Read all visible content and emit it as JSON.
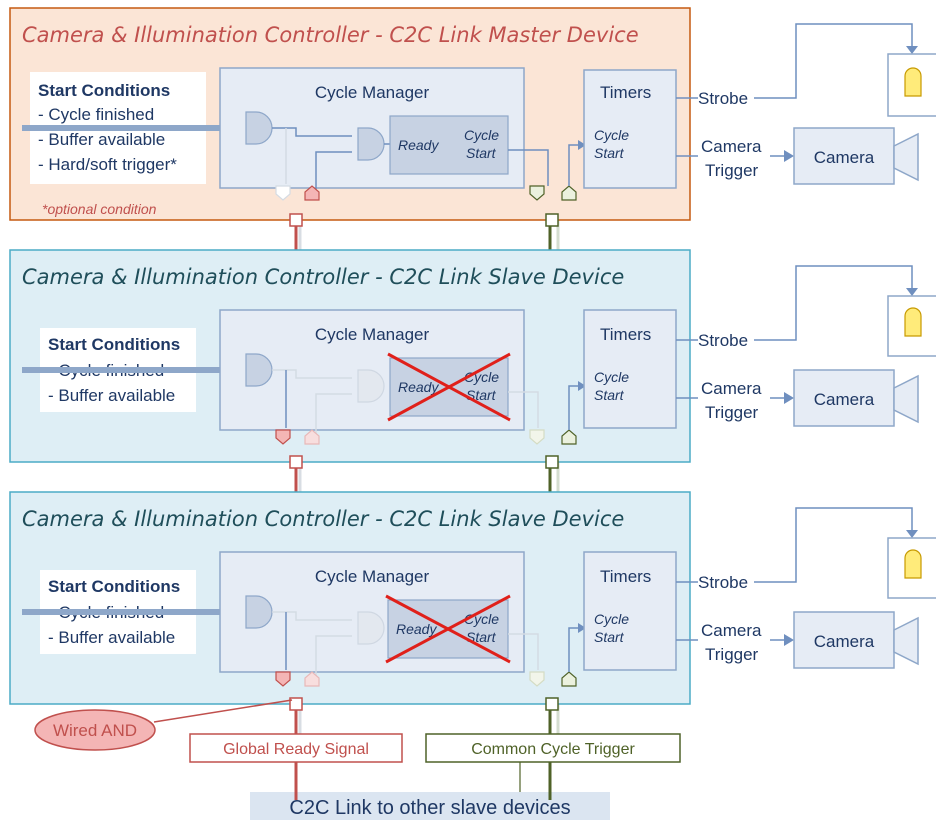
{
  "master": {
    "title": "Camera & Illumination Controller - C2C Link Master Device",
    "start_heading": "Start Conditions",
    "conditions": [
      "- Cycle finished",
      "- Buffer available",
      "- Hard/soft trigger*"
    ],
    "optional_note": "*optional condition"
  },
  "slaves": [
    {
      "title": "Camera & Illumination Controller - C2C Link Slave Device",
      "start_heading": "Start Conditions",
      "conditions": [
        "- Cycle finished",
        "- Buffer available"
      ]
    },
    {
      "title": "Camera & Illumination Controller - C2C Link Slave Device",
      "start_heading": "Start Conditions",
      "conditions": [
        "- Cycle finished",
        "- Buffer available"
      ]
    }
  ],
  "blocks": {
    "cycle_manager": "Cycle Manager",
    "ready": "Ready",
    "cycle": "Cycle",
    "start": "Start",
    "timers": "Timers",
    "strobe": "Strobe",
    "camera": "Camera",
    "trigger": "Trigger"
  },
  "bottom": {
    "wired_and": "Wired AND",
    "global_ready": "Global Ready Signal",
    "common_cycle": "Common Cycle Trigger",
    "c2c_link": "C2C Link to other slave devices"
  },
  "colors": {
    "master_fill": "#fbe5d6",
    "master_stroke": "#c55a11",
    "master_title": "#c0504d",
    "slave_fill": "#deeef5",
    "slave_stroke": "#4bacc6",
    "slave_title": "#1f4e5a",
    "ready_line": "#c0504d",
    "trigger_line": "#4f6228",
    "text_dark": "#1f3864"
  }
}
